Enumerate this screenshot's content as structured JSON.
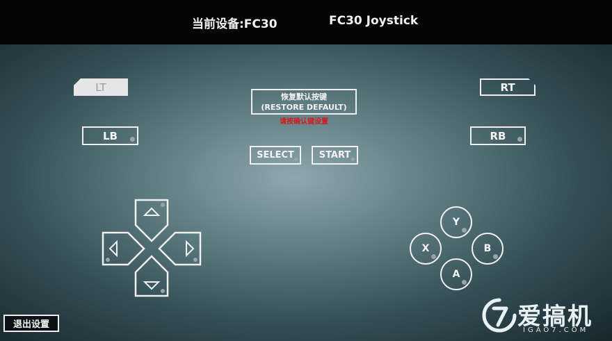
{
  "header": {
    "current_device_label": "当前设备:FC30",
    "device_name": "FC30  Joystick"
  },
  "buttons": {
    "lt": "LT",
    "rt": "RT",
    "lb": "LB",
    "rb": "RB",
    "restore_line1": "恢复默认按键",
    "restore_line2": "(RESTORE DEFAULT)",
    "restore_hint": "请按确认键设置",
    "select": "SELECT",
    "start": "START",
    "y": "Y",
    "x": "X",
    "b": "B",
    "a": "A",
    "exit": "退出设置"
  },
  "dpad": {
    "icons": [
      "arrow-up-icon",
      "arrow-down-icon",
      "arrow-left-icon",
      "arrow-right-icon"
    ]
  },
  "watermark": {
    "logo_text": "爱搞机",
    "sub_text": "IGAO7.COM"
  },
  "colors": {
    "hint_red": "#d21a1a",
    "outline": "#f0f0f0"
  }
}
